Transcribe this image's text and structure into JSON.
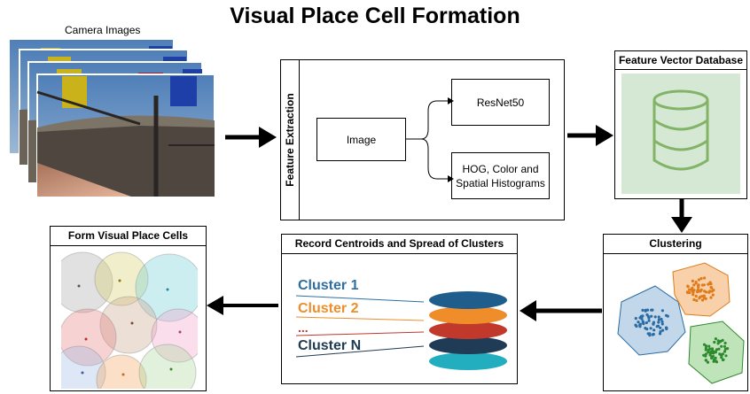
{
  "title": "Visual Place Cell Formation",
  "camera": {
    "label": "Camera Images"
  },
  "feature_extraction": {
    "label": "Feature Extraction",
    "input_label": "Image",
    "branch_top": "ResNet50",
    "branch_bottom": "HOG, Color and Spatial Histograms"
  },
  "database": {
    "label": "Feature Vector Database"
  },
  "clustering": {
    "label": "Clustering"
  },
  "record": {
    "label": "Record Centroids and Spread of Clusters",
    "clusters": [
      {
        "label": "Cluster 1",
        "color": "#2e6fa0"
      },
      {
        "label": "Cluster 2",
        "color": "#ef8d2a"
      },
      {
        "label": "...",
        "color": "#c0392b"
      },
      {
        "label": "Cluster N",
        "color": "#213b52"
      }
    ],
    "disc_colors": [
      "#1e5d8c",
      "#ef8d2a",
      "#c0392b",
      "#203b55",
      "#23aec0"
    ]
  },
  "place_cells": {
    "label": "Form Visual Place Cells"
  },
  "colors": {
    "database_bg": "#d5e8d4",
    "database_stroke": "#82b366",
    "arrow": "#000000"
  }
}
